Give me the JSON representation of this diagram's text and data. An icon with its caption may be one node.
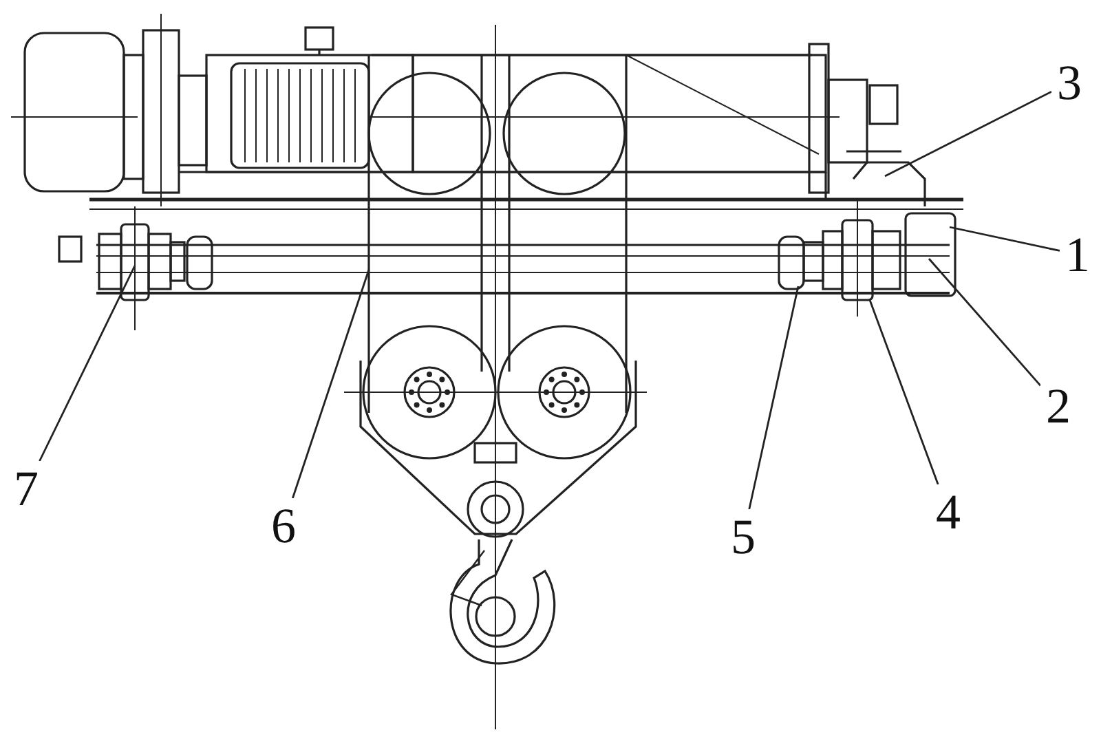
{
  "diagram": {
    "nodes": [
      {
        "text": [
          "1"
        ]
      },
      {
        "text": [
          "2"
        ]
      },
      {
        "text": [
          "3"
        ]
      },
      {
        "text": [
          "4"
        ]
      },
      {
        "text": [
          "5"
        ]
      },
      {
        "text": [
          "6"
        ]
      },
      {
        "text": [
          "7"
        ]
      }
    ],
    "edges": [
      {
        "from": 0,
        "to": null,
        "arrow": "none"
      },
      {
        "from": 1,
        "to": null,
        "arrow": "none"
      },
      {
        "from": 2,
        "to": null,
        "arrow": "none"
      },
      {
        "from": 3,
        "to": null,
        "arrow": "none"
      },
      {
        "from": 4,
        "to": null,
        "arrow": "none"
      },
      {
        "from": 5,
        "to": null,
        "arrow": "none"
      },
      {
        "from": 6,
        "to": null,
        "arrow": "none"
      }
    ]
  }
}
